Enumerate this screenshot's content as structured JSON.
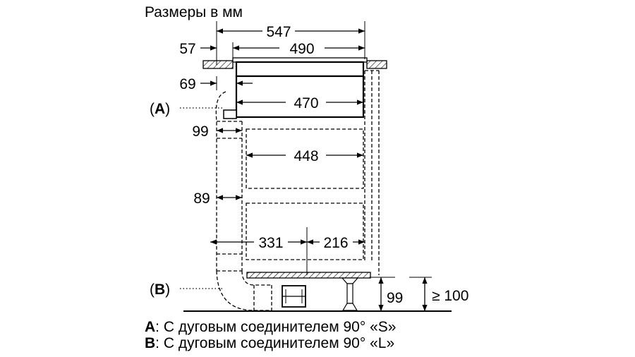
{
  "title": "Размеры в мм",
  "dimensions": {
    "d547": "547",
    "d490": "490",
    "d57": "57",
    "d69": "69",
    "d470": "470",
    "d99_duct": "99",
    "d448": "448",
    "d89": "89",
    "d331": "331",
    "d216": "216",
    "d99_plinth": "99",
    "d100": "≥ 100"
  },
  "callouts": {
    "a_open": "(",
    "a_letter": "A",
    "a_close": ")",
    "b_open": "(",
    "b_letter": "B",
    "b_close": ")"
  },
  "legend": {
    "a_key": "A",
    "a_text": ": С дуговым соединителем 90° «S»",
    "b_key": "B",
    "b_text": ": С дуговым соединителем 90° «L»"
  }
}
